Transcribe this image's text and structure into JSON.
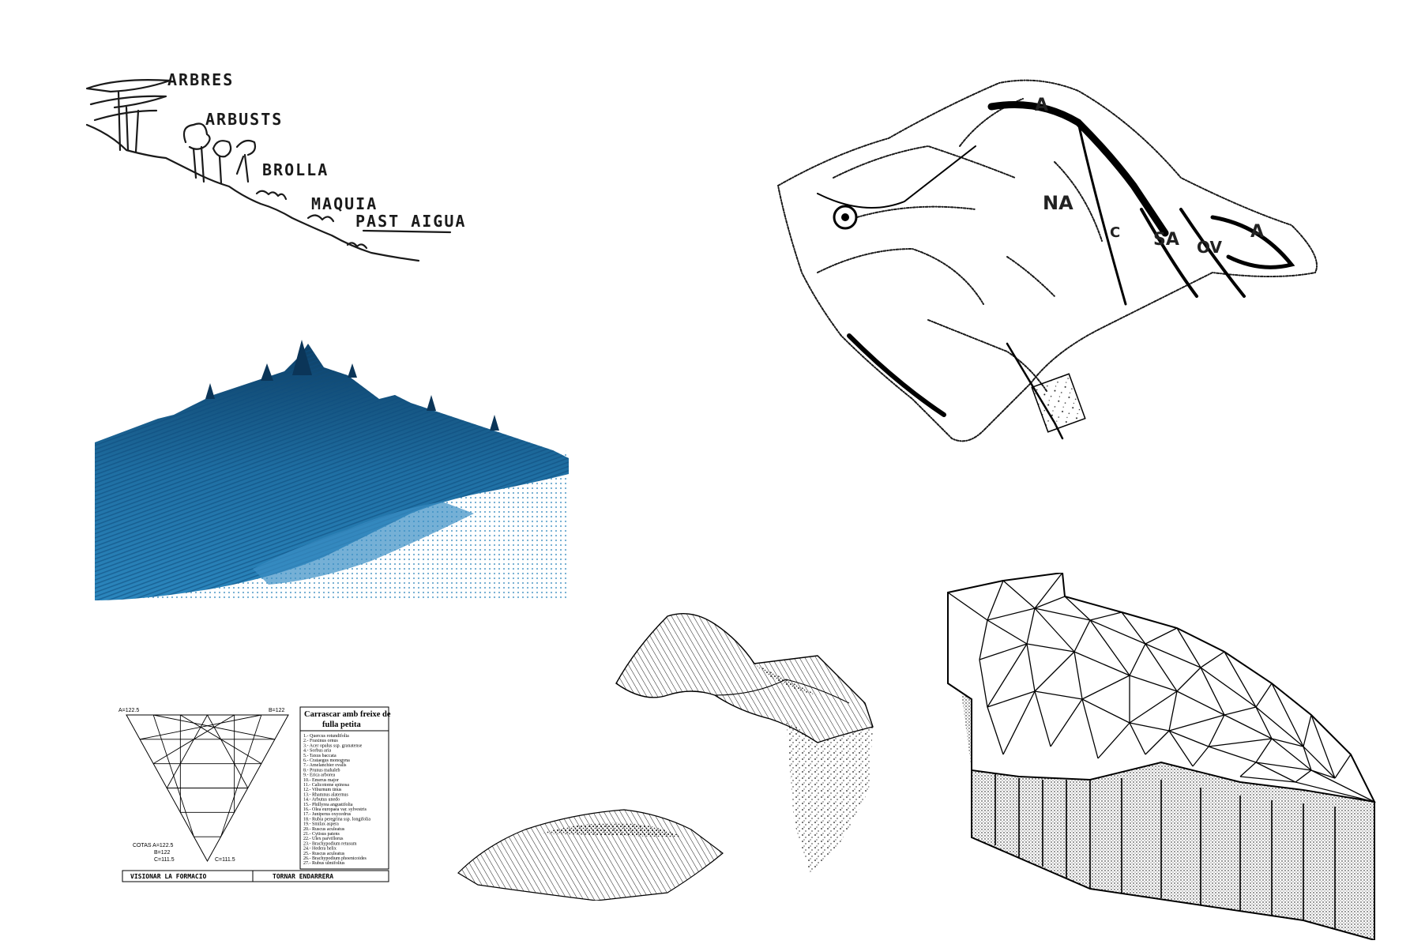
{
  "profile_sketch": {
    "labels": [
      "ARBRES",
      "ARBUSTS",
      "BROLLA",
      "MAQUIA",
      "PAST AIGUA"
    ]
  },
  "map_sketch": {
    "letters": [
      "A",
      "NA",
      "C",
      "SA",
      "OV",
      "A"
    ]
  },
  "triangle_panel": {
    "vertex_top_left": "A=122.5",
    "vertex_top_right": "B=122",
    "vertex_bottom": "C=111.5",
    "cotas_label": "COTAS A=122.5",
    "cotas_b": "B=122",
    "cotas_c": "C=111.5",
    "legend_title_line1": "Carrascar amb freixe de",
    "legend_title_line2": "fulla petita",
    "species": [
      "1.- Quercus rotundifolia",
      "2.- Fraxinus ornus",
      "3.- Acer opalus ssp. granatense",
      "4.- Sorbus aria",
      "5.- Taxus baccata",
      "6.- Crataegus monogyna",
      "7.- Amelanchier ovalis",
      "8.- Prunus mahaleb",
      "9.- Erica arborea",
      "10.- Emerus major",
      "11.- Calicotome spinosa",
      "12.- Viburnum tinus",
      "13.- Rhamnus alaternus",
      "14.- Arbutus unedo",
      "15.- Phillyrea angustifolia",
      "16.- Olea europaea var. sylvestris",
      "17.- Juniperus oxycedrus",
      "18.- Rubia peregrina ssp. longifolia",
      "19.- Smilax aspera",
      "20.- Ruscus aculeatus",
      "21.- Cytisus patens",
      "22.- Ulex parviflorus",
      "23.- Brachypodium retusum",
      "24.- Hedera helix",
      "25.- Ruscus aculeatus",
      "26.- Brachypodium phoenicoides",
      "27.- Rubus ulmifolius"
    ],
    "button_left": "VISIONAR LA FORMACIO",
    "button_right": "TORNAR ENDARRERA"
  },
  "colors": {
    "terrain_blue": "#1f6fa3",
    "terrain_dark": "#0d3f66",
    "terrain_light": "#a8cde3",
    "ink": "#111111"
  }
}
